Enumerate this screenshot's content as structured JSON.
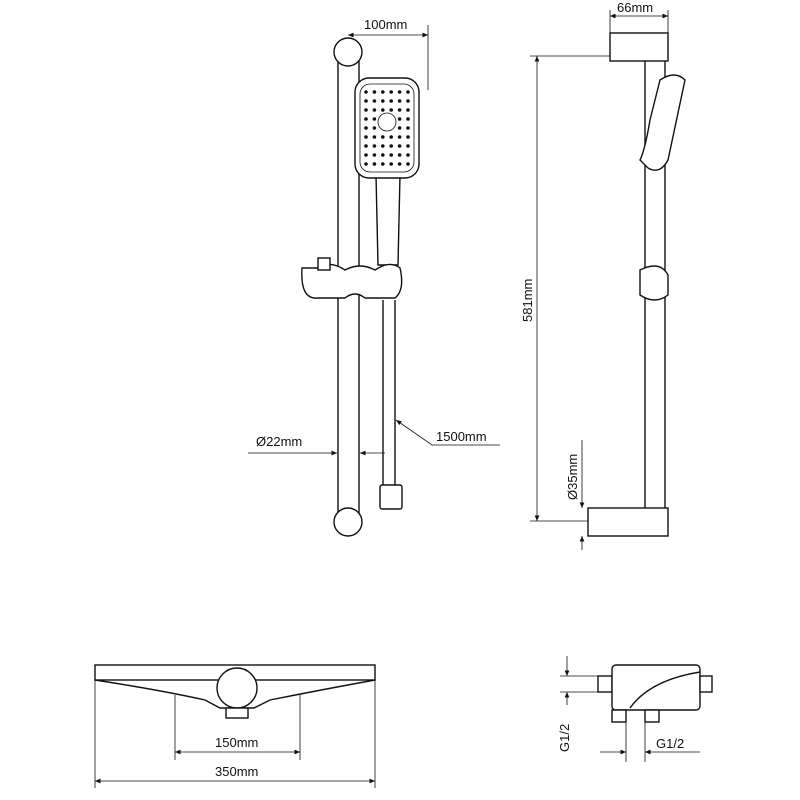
{
  "dimensions": {
    "head_width": "100mm",
    "bracket_depth": "66mm",
    "rail_length": "581mm",
    "rail_diameter": "Ø22mm",
    "hose_length": "1500mm",
    "bracket_diameter": "Ø35mm",
    "fixing_distance": "150mm",
    "total_width": "350mm",
    "thread_left": "G1/2",
    "thread_right": "G1/2"
  },
  "colors": {
    "line": "#111111",
    "background": "#ffffff"
  }
}
